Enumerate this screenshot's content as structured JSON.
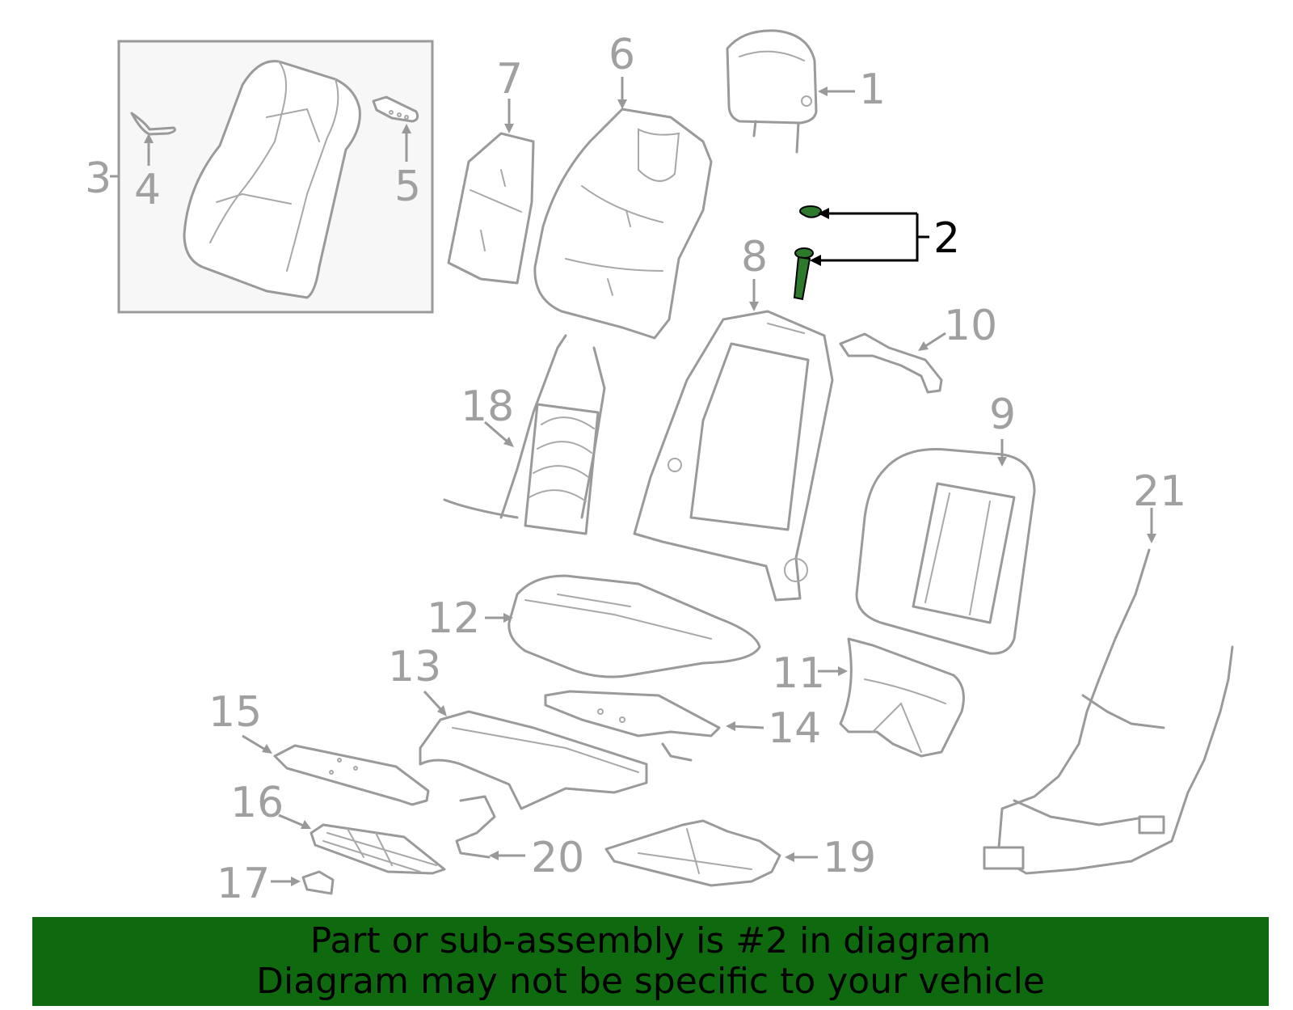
{
  "diagram": {
    "callouts": {
      "p1": "1",
      "p2": "2",
      "p3": "3",
      "p4": "4",
      "p5": "5",
      "p6": "6",
      "p7": "7",
      "p8": "8",
      "p9": "9",
      "p10": "10",
      "p11": "11",
      "p12": "12",
      "p13": "13",
      "p14": "14",
      "p15": "15",
      "p16": "16",
      "p17": "17",
      "p18": "18",
      "p19": "19",
      "p20": "20",
      "p21": "21"
    },
    "highlighted_part": "2"
  },
  "banner": {
    "line1": "Part or sub-assembly is #2 in diagram",
    "line2": "Diagram may not be specific to your vehicle"
  },
  "colors": {
    "banner_background": "#0f6a0f",
    "part_line": "#9a9a9a",
    "highlight_part": "#2d7a2d",
    "highlight_leader": "#000000"
  }
}
